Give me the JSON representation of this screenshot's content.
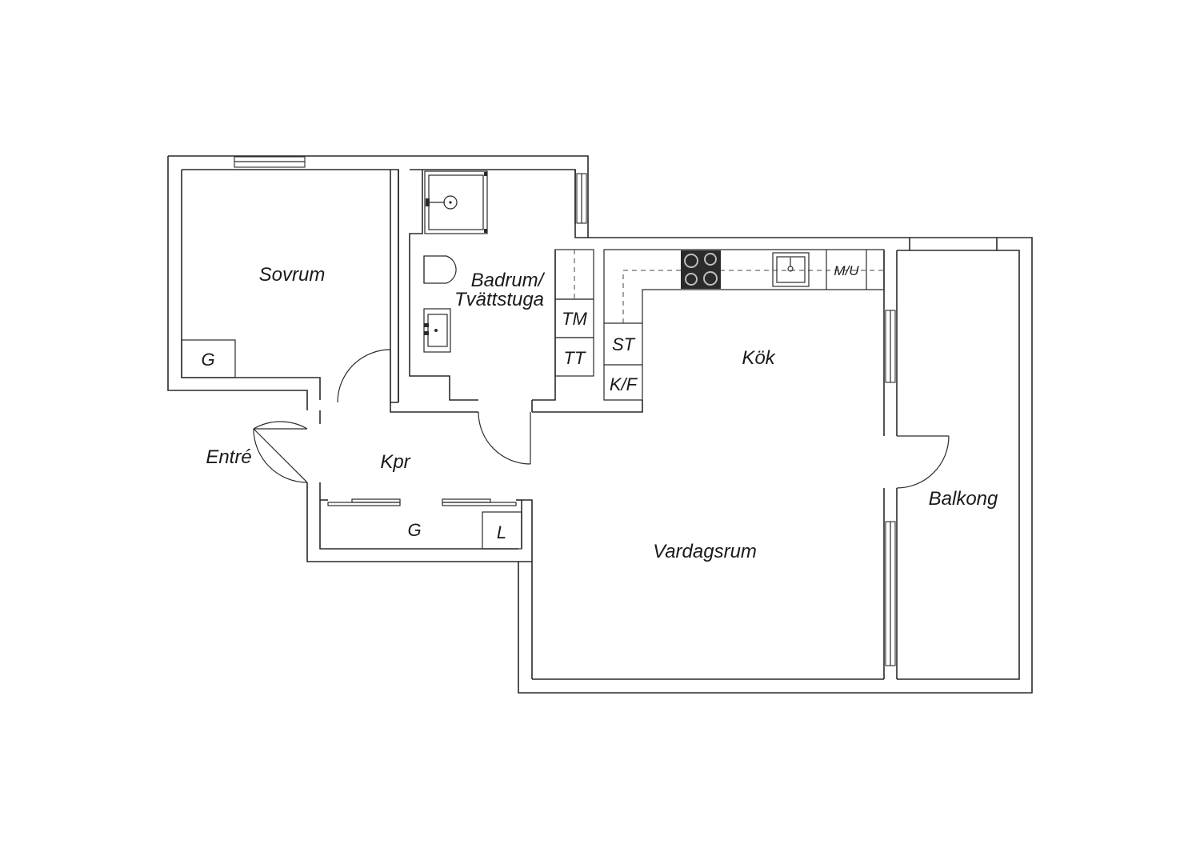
{
  "rooms": {
    "sovrum": "Sovrum",
    "badrum_line1": "Badrum/",
    "badrum_line2": "Tvättstuga",
    "kok": "Kök",
    "entre": "Entré",
    "kpr": "Kpr",
    "vardagsrum": "Vardagsrum",
    "balkong": "Balkong"
  },
  "appliances": {
    "garderob_sovrum": "G",
    "tm": "TM",
    "tt": "TT",
    "st": "ST",
    "kf": "K/F",
    "mu": "M/U",
    "garderob_hall": "G",
    "linne": "L"
  }
}
